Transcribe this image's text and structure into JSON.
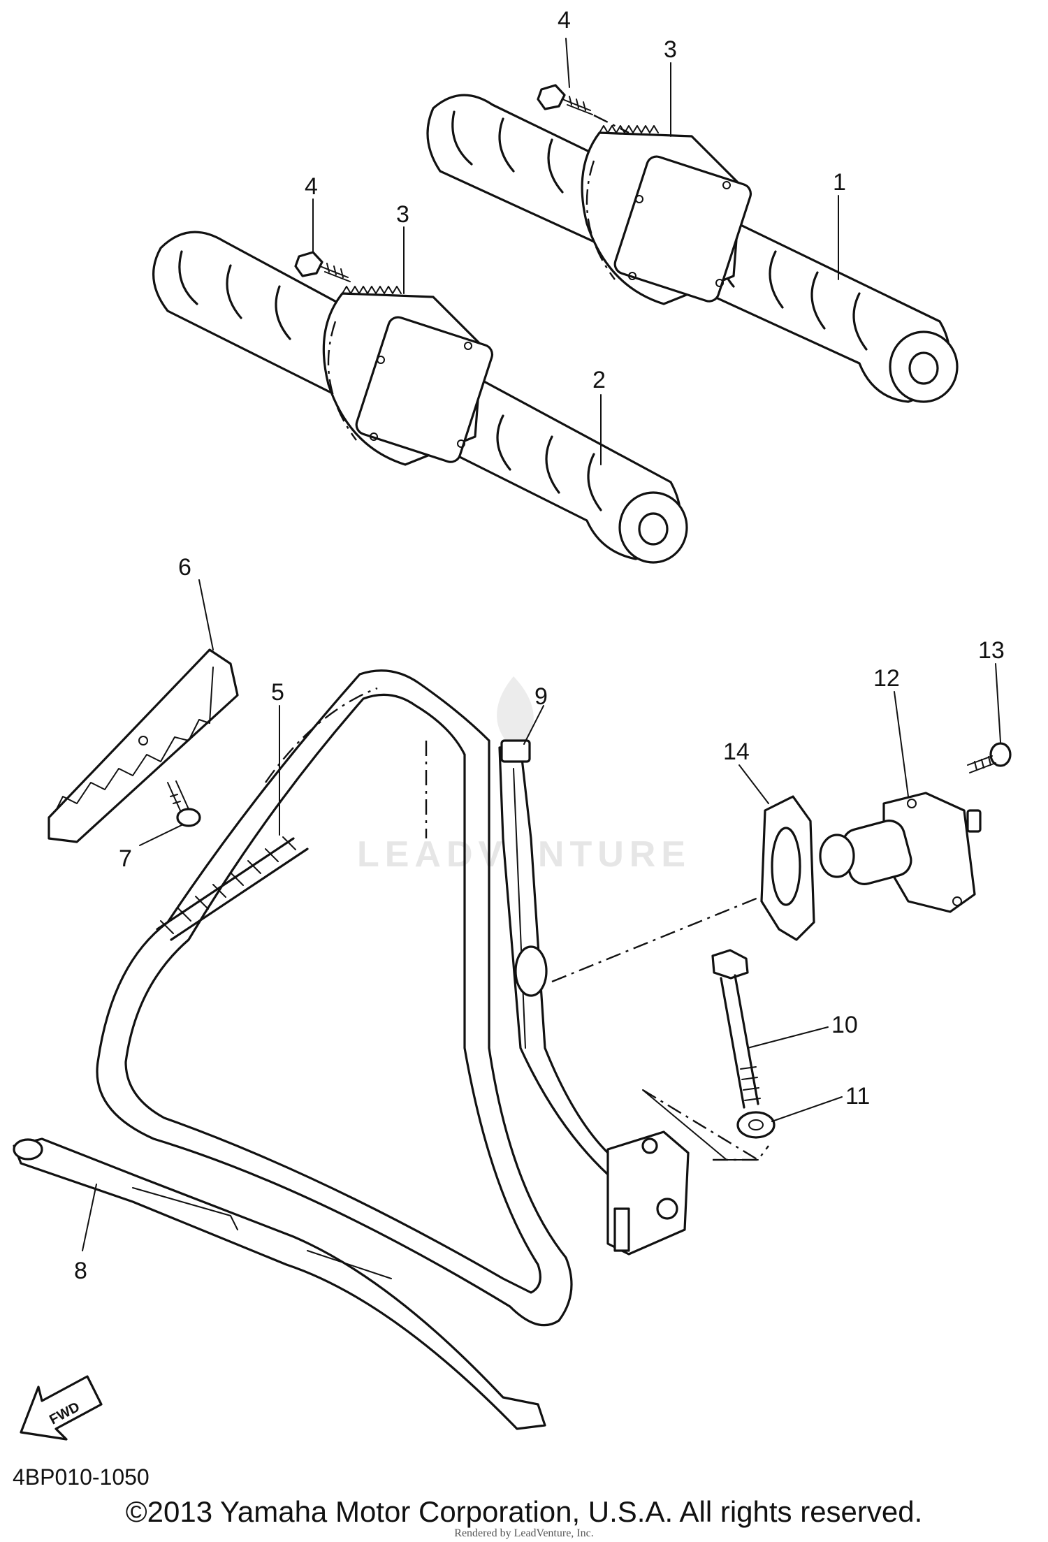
{
  "diagram": {
    "callouts": [
      "1",
      "2",
      "3",
      "3",
      "4",
      "4",
      "5",
      "6",
      "7",
      "8",
      "9",
      "10",
      "11",
      "12",
      "13",
      "14"
    ],
    "fwd_label": "FWD",
    "part_code": "4BP010-1050",
    "watermark": "LEADVENTURE"
  },
  "footer": {
    "copyright": "©2013 Yamaha Motor Corporation, U.S.A. All rights reserved.",
    "rendered_by": "Rendered by LeadVenture, Inc."
  }
}
